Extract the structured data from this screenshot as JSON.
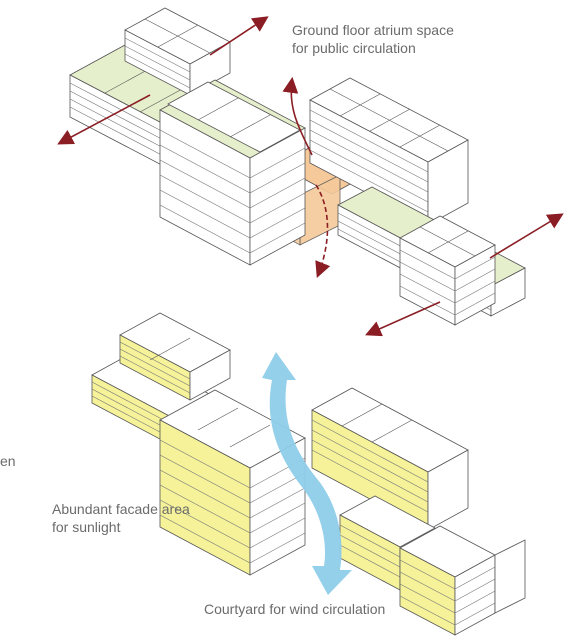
{
  "labels": {
    "atrium_line1": "Ground floor atrium space",
    "atrium_line2": "for public circulation",
    "facade_line1": "Abundant facade area",
    "facade_line2": "for sunlight",
    "wind": "Courtyard for wind circulation",
    "edge_fragment": "en"
  },
  "colors": {
    "outline": "#555555",
    "roof": "#ffffff",
    "side": "#ffffff",
    "courtyard_green": "#e6efcc",
    "atrium_orange": "#f5c99a",
    "facade_yellow": "#f5f29a",
    "circulation_arrow": "#8b1e24",
    "wind_arrow": "#8fcdea",
    "label_text": "#6b6b6b"
  },
  "icons": {
    "circulation": "double-headed-arrow-icon",
    "wind": "curved-wind-arrow-icon"
  }
}
